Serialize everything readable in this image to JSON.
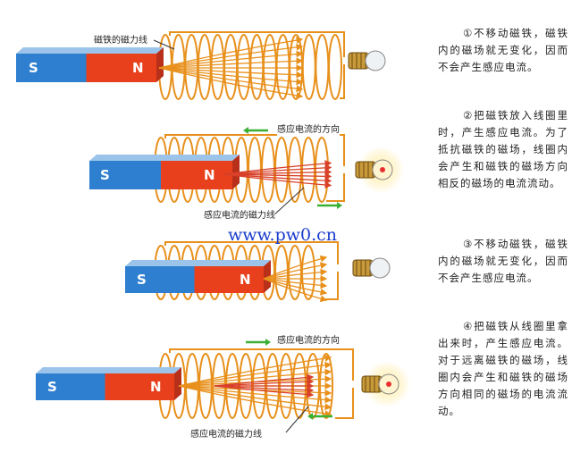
{
  "magnet": {
    "south": "S",
    "north": "N"
  },
  "labels": {
    "magnet_field_lines": "磁铁的磁力线",
    "induced_current_direction": "感应电流的方向",
    "induced_field_lines": "感应电流的磁力线"
  },
  "watermark": "www.pw0.cn",
  "descriptions": [
    "①不移动磁铁，磁铁内的磁场就无变化，因而不会产生感应电流。",
    "②把磁铁放入线圈里时，产生感应电流。为了抵抗磁铁的磁场，线圈内会产生和磁铁的磁场方向相反的磁场的电流流动。",
    "③不移动磁铁，磁铁内的磁场就无变化，因而不会产生感应电流。",
    "④把磁铁从线圈里拿出来时，产生感应电流。对于远离磁铁的磁场，线圈内会产生和磁铁的磁场方向相同的磁场的电流流动。"
  ],
  "colors": {
    "coil": "#e8901c",
    "south": "#2f7fd0",
    "north": "#e8401c",
    "arrow": "#3cb034",
    "field": "#d8402a"
  }
}
